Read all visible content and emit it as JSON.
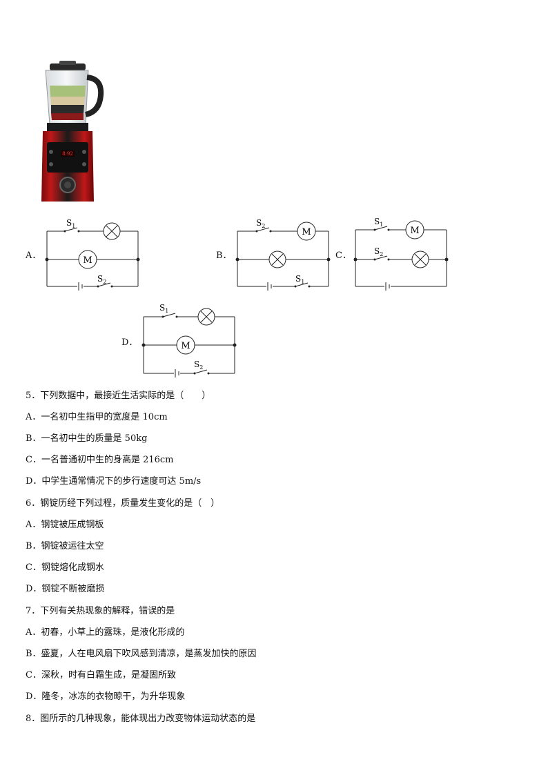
{
  "image": {
    "subject": "blender-icon"
  },
  "circuits": {
    "labels": {
      "a": "A．",
      "b": "B．",
      "c": "C．",
      "d": "D．"
    },
    "s1": "S",
    "s1_sub": "1",
    "s2": "S",
    "s2_sub": "2",
    "motor": "M"
  },
  "questions": [
    {
      "stem": "5．下列数据中，最接近生活实际的是（　　）",
      "options": [
        "A．一名初中生指甲的宽度是 10cm",
        "B．一名初中生的质量是 50kg",
        "C．一名普通初中生的身高是 216cm",
        "D．中学生通常情况下的步行速度可达 5m/s"
      ]
    },
    {
      "stem": "6．钢锭历经下列过程，质量发生变化的是（　）",
      "options": [
        "A．钢锭被压成钢板",
        "B．钢锭被运往太空",
        "C．钢锭熔化成钢水",
        "D．钢锭不断被磨损"
      ]
    },
    {
      "stem": "7．下列有关热现象的解释，错误的是",
      "options": [
        "A．初春，小草上的露珠，是液化形成的",
        "B．盛夏，人在电风扇下吹风感到清凉，是蒸发加快的原因",
        "C．深秋，时有白霜生成，是凝固所致",
        "D．隆冬，冰冻的衣物晾干，为升华现象"
      ]
    },
    {
      "stem": "8．图所示的几种现象，能体现出力改变物体运动状态的是",
      "options": []
    }
  ]
}
